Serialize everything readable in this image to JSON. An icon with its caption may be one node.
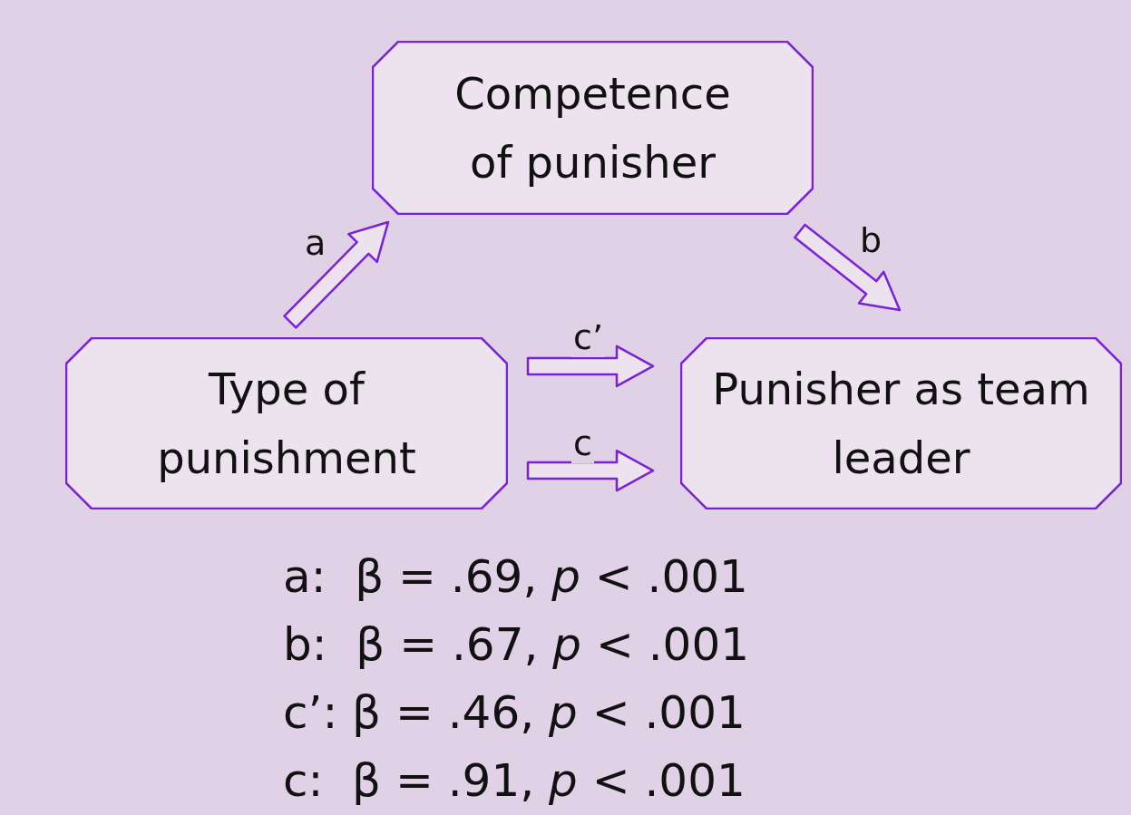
{
  "diagram": {
    "nodes": [
      {
        "text": [
          "Competence of punisher"
        ]
      },
      {
        "text": [
          "Type of punishment"
        ]
      },
      {
        "text": [
          "Punisher as team leader"
        ]
      }
    ],
    "edges": [
      {
        "from": 1,
        "to": 0,
        "arrow": "to",
        "label": "a"
      },
      {
        "from": 0,
        "to": 2,
        "arrow": "to",
        "label": "b"
      },
      {
        "from": 1,
        "to": 2,
        "arrow": "to",
        "label": "c’"
      },
      {
        "from": 1,
        "to": 2,
        "arrow": "to",
        "label": "c"
      }
    ],
    "labels": [
      "a:  β = .69, *p* < .001",
      "b:  β = .67, *p* < .001",
      "c’: β = .46, *p* < .001",
      "c:  β = .91, *p* < .001"
    ]
  }
}
